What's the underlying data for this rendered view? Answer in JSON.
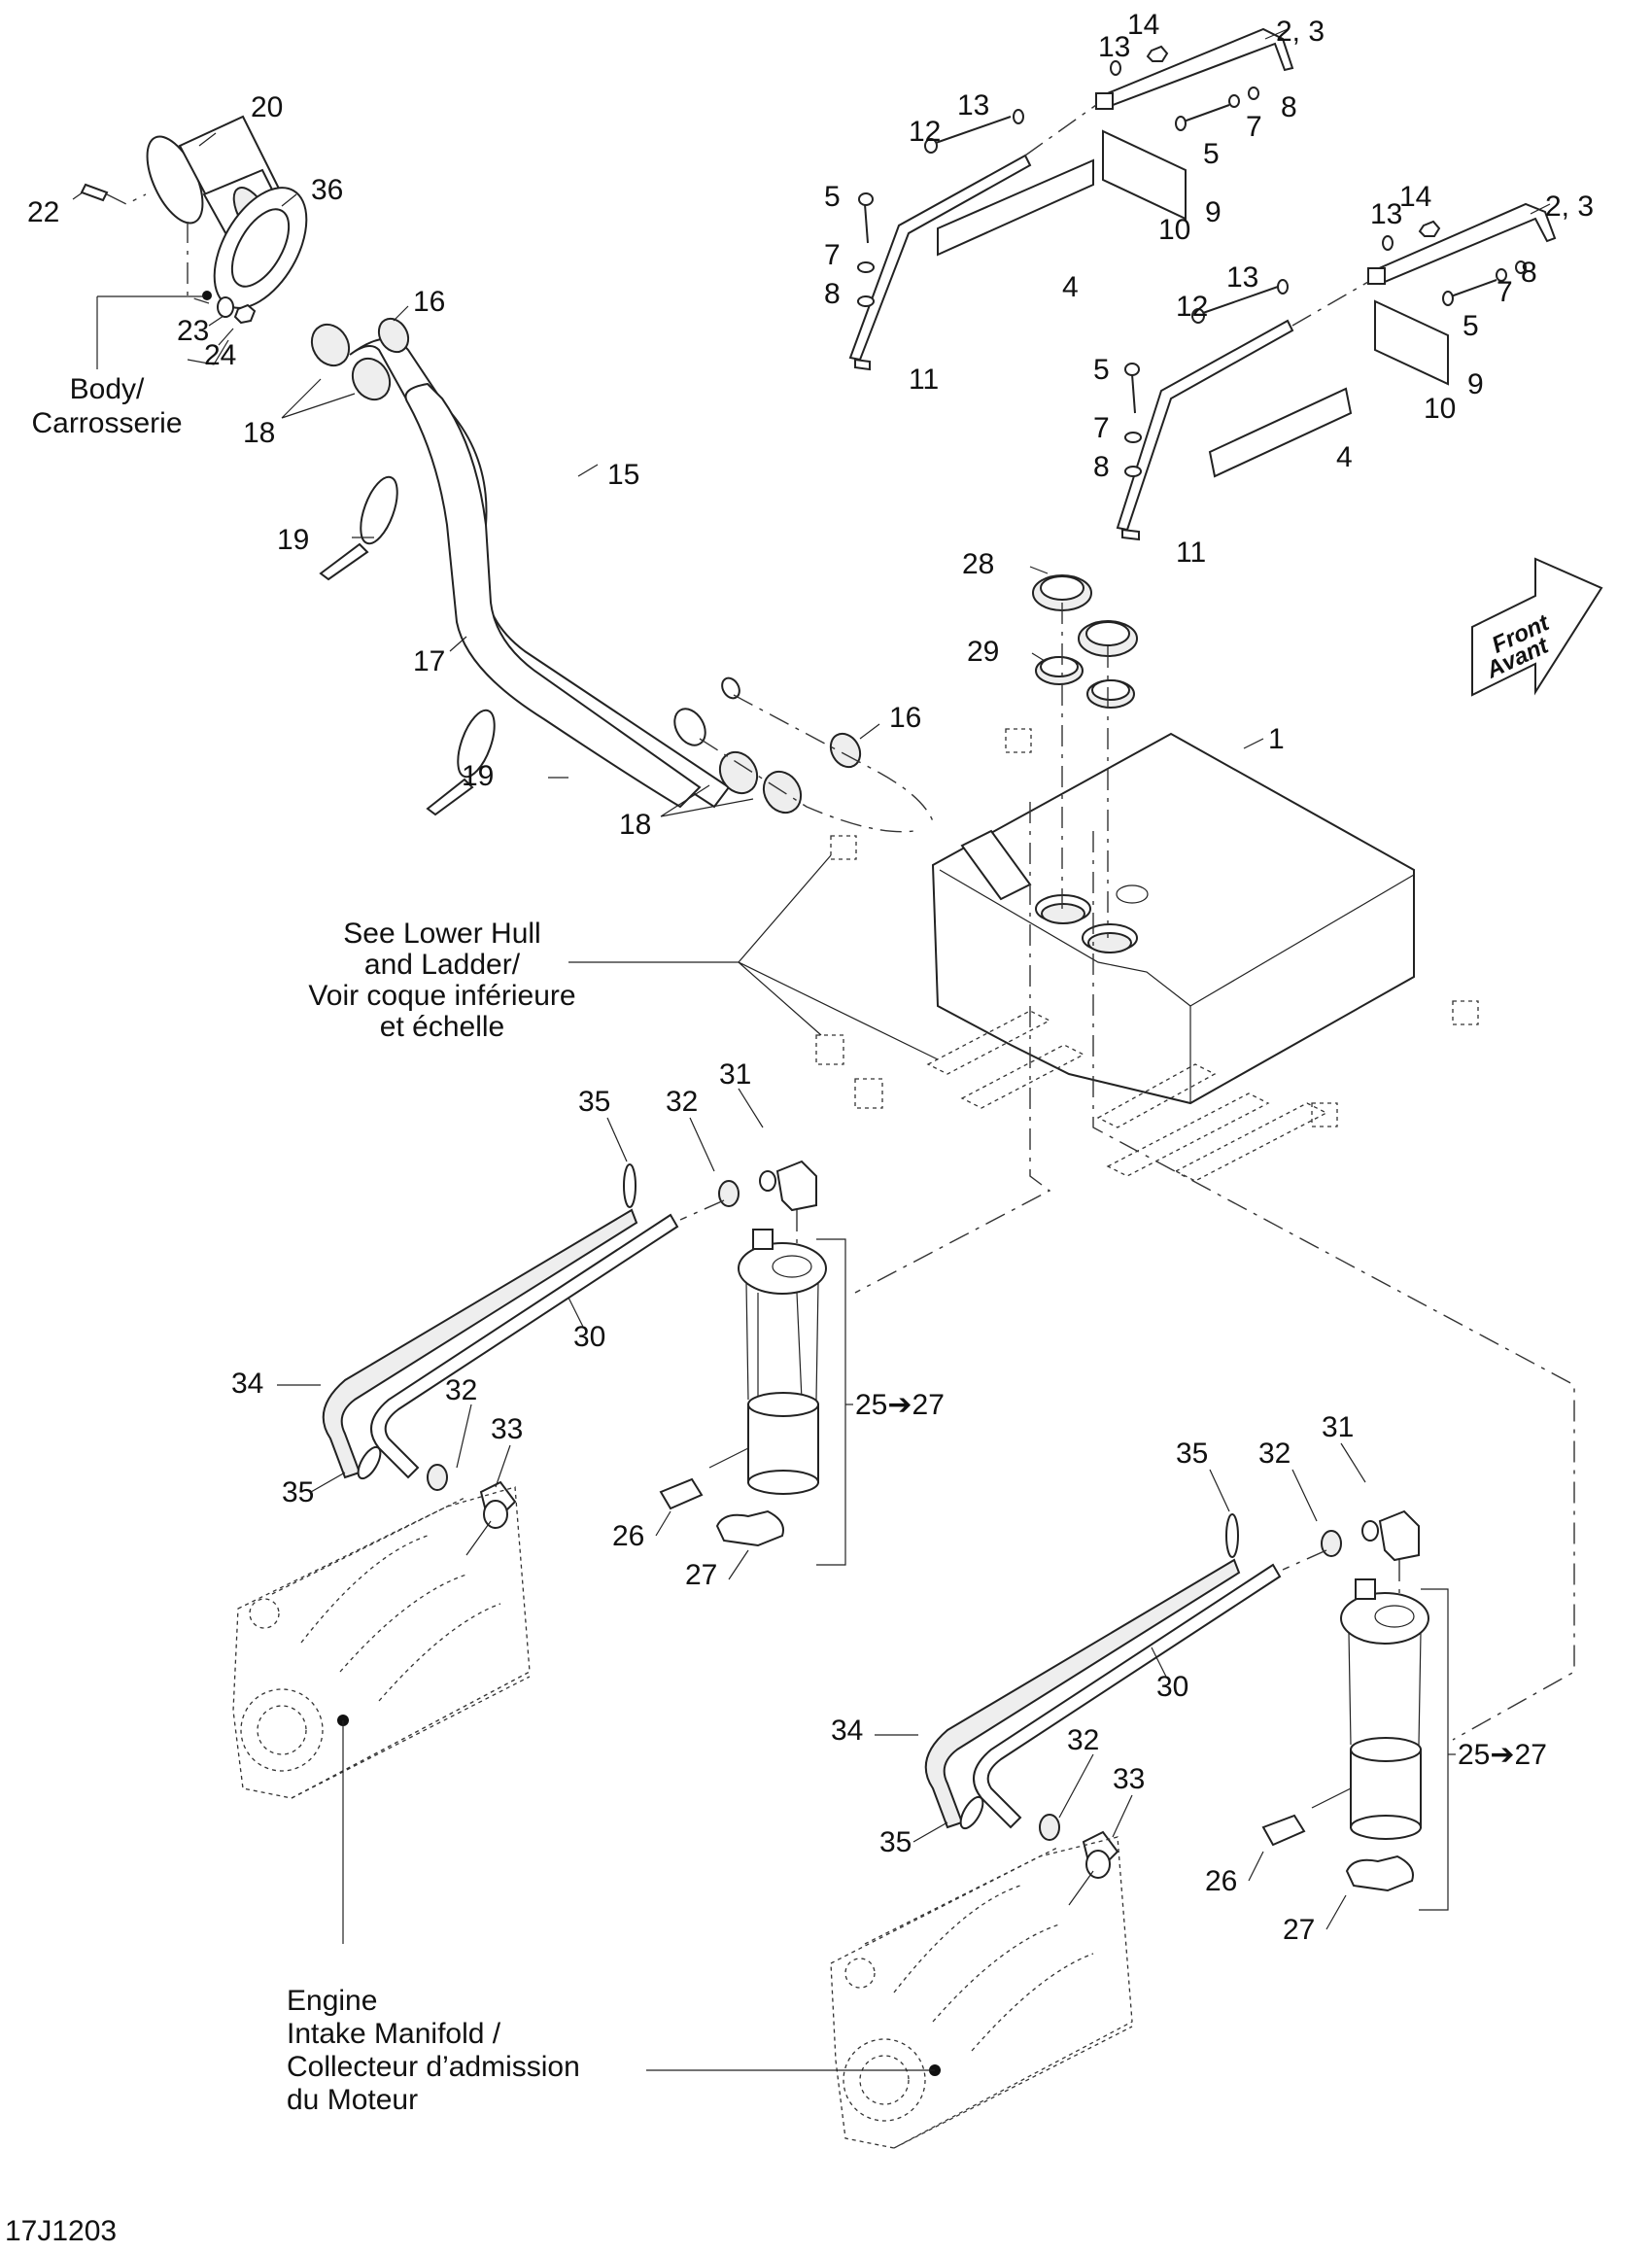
{
  "diagram": {
    "figure_id": "17J1203",
    "direction_arrow": {
      "line1": "Front",
      "line2": "Avant"
    },
    "notes": {
      "body": [
        "Body/",
        "Carrosserie"
      ],
      "lower_hull": [
        "See Lower Hull",
        "and Ladder/",
        "Voir coque inférieure",
        "et échelle"
      ],
      "engine": [
        "Engine",
        "Intake Manifold /",
        "Collecteur d’admission",
        "du Moteur"
      ]
    },
    "callouts": {
      "c1": "1",
      "c23a": "2, 3",
      "c23b": "2, 3",
      "c4a": "4",
      "c4b": "4",
      "c5a": "5",
      "c5b": "5",
      "c5c": "5",
      "c5d": "5",
      "c7a": "7",
      "c7b": "7",
      "c7c": "7",
      "c7d": "7",
      "c8a": "8",
      "c8b": "8",
      "c8c": "8",
      "c8d": "8",
      "c9a": "9",
      "c9b": "9",
      "c10a": "10",
      "c10b": "10",
      "c11a": "11",
      "c11b": "11",
      "c12a": "12",
      "c12b": "12",
      "c13a": "13",
      "c13b": "13",
      "c13c": "13",
      "c13d": "13",
      "c14a": "14",
      "c14b": "14",
      "c15": "15",
      "c16a": "16",
      "c16b": "16",
      "c17": "17",
      "c18a": "18",
      "c18b": "18",
      "c19a": "19",
      "c19b": "19",
      "c20": "20",
      "c22": "22",
      "c23": "23",
      "c24": "24",
      "c2527a": "25➔27",
      "c2527b": "25➔27",
      "c26a": "26",
      "c26b": "26",
      "c27a": "27",
      "c27b": "27",
      "c28": "28",
      "c29": "29",
      "c30a": "30",
      "c30b": "30",
      "c31a": "31",
      "c31b": "31",
      "c32a": "32",
      "c32b": "32",
      "c32c": "32",
      "c32d": "32",
      "c33a": "33",
      "c33b": "33",
      "c34a": "34",
      "c34b": "34",
      "c35a": "35",
      "c35b": "35",
      "c35c": "35",
      "c35d": "35",
      "c36": "36"
    }
  }
}
